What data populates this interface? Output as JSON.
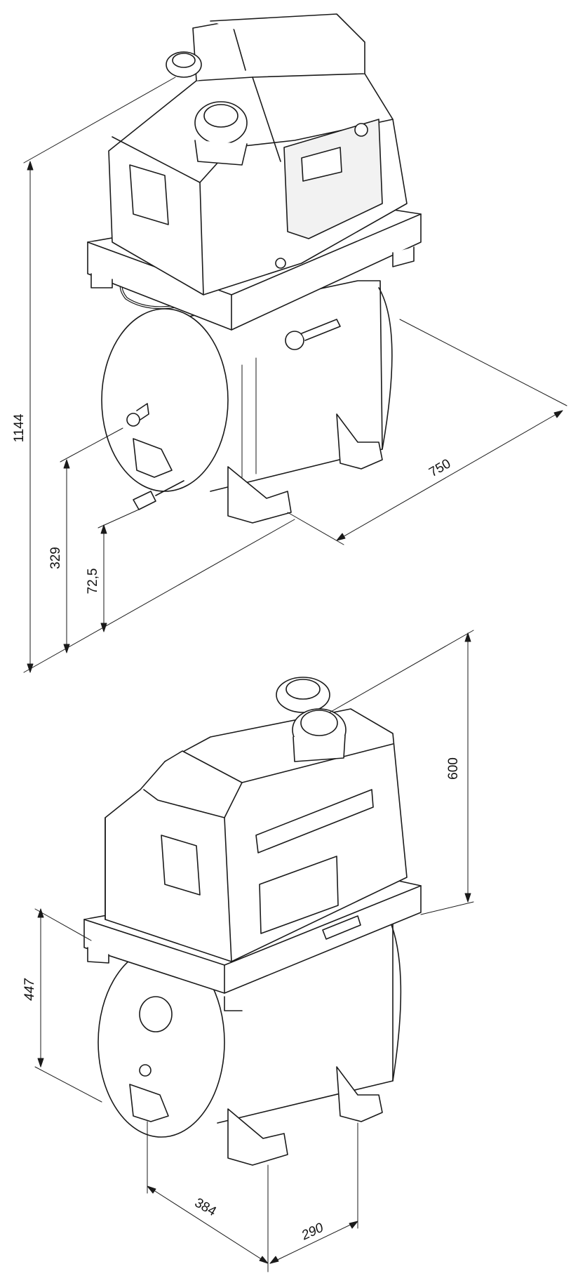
{
  "colors": {
    "line": "#1a1a1a",
    "fill": "#ffffff",
    "panel": "#f2f2f2"
  },
  "dimensions": {
    "overall_height": "1144",
    "outlet_height": "329",
    "drain_height": "72,5",
    "length": "750",
    "top_height": "600",
    "tank_height": "447",
    "foot_width": "384",
    "foot_spacing": "290"
  }
}
